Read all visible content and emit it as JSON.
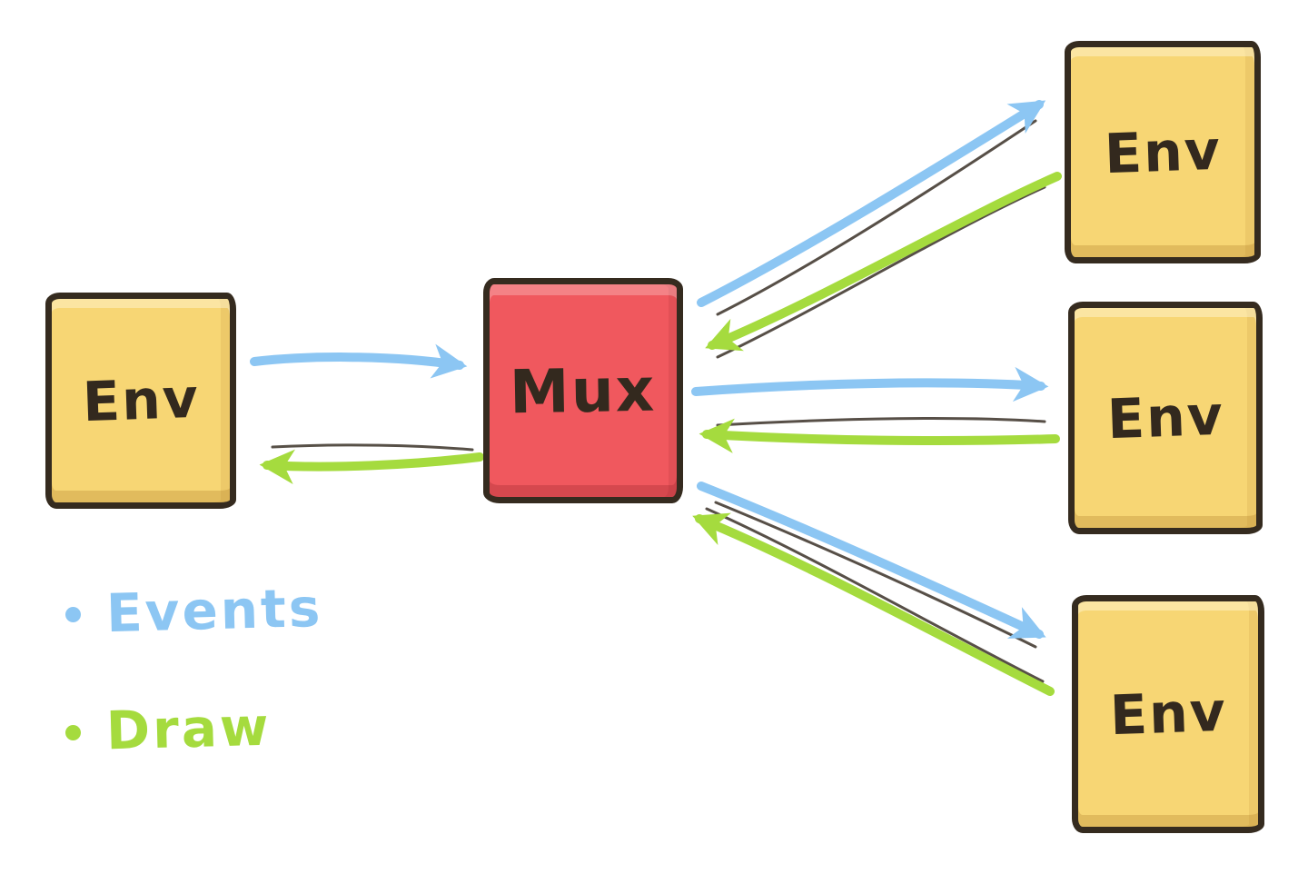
{
  "diagram": {
    "kind": "sketch-architecture-diagram",
    "nodes": {
      "env_left": {
        "label": "Env"
      },
      "mux": {
        "label": "Mux"
      },
      "env_right_top": {
        "label": "Env"
      },
      "env_right_middle": {
        "label": "Env"
      },
      "env_right_bottom": {
        "label": "Env"
      }
    },
    "edges": [
      {
        "from": "env_left",
        "to": "mux",
        "type": "Events"
      },
      {
        "from": "mux",
        "to": "env_left",
        "type": "Draw"
      },
      {
        "from": "mux",
        "to": "env_right_top",
        "type": "Events"
      },
      {
        "from": "env_right_top",
        "to": "mux",
        "type": "Draw"
      },
      {
        "from": "mux",
        "to": "env_right_middle",
        "type": "Events"
      },
      {
        "from": "env_right_middle",
        "to": "mux",
        "type": "Draw"
      },
      {
        "from": "mux",
        "to": "env_right_bottom",
        "type": "Events"
      },
      {
        "from": "env_right_bottom",
        "to": "mux",
        "type": "Draw"
      }
    ],
    "legend": [
      {
        "label": "Events",
        "color": "#8CC6F3"
      },
      {
        "label": "Draw",
        "color": "#A5DB3E"
      }
    ],
    "colors": {
      "background": "#FFFFFF",
      "env_fill": "#F7D674",
      "mux_fill": "#F0585E",
      "outline": "#352B1F",
      "ink": "#3A3127",
      "events": "#8CC6F3",
      "draw": "#A5DB3E"
    }
  }
}
